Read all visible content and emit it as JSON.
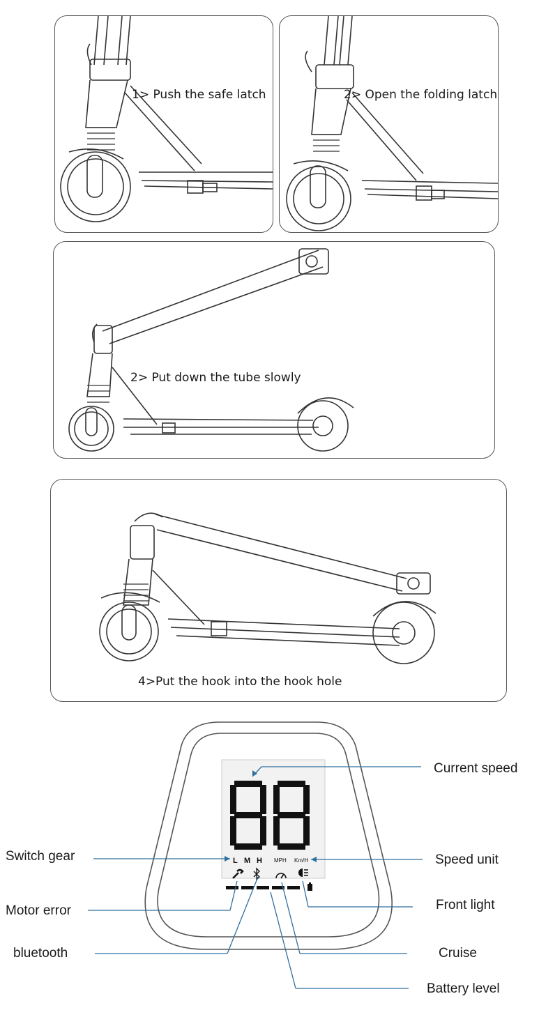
{
  "steps": [
    {
      "caption": "1>  Push the safe latch"
    },
    {
      "caption": "2> Open the folding latch"
    },
    {
      "caption": "2>  Put down the tube slowly"
    },
    {
      "caption": "4>Put the hook into the hook hole"
    }
  ],
  "display": {
    "digits": "88",
    "gear_letters": [
      "L",
      "M",
      "H"
    ],
    "unit_mph": "MPH",
    "unit_kmh": "Km/H",
    "icons": [
      "wrench-icon",
      "bluetooth-icon",
      "cruise-icon",
      "headlight-icon",
      "battery-icon"
    ]
  },
  "callouts": {
    "current_speed": "Current speed",
    "switch_gear": "Switch gear",
    "speed_unit": "Speed unit",
    "motor_error": "Motor error",
    "front_light": "Front light",
    "bluetooth": "bluetooth",
    "cruise": "Cruise",
    "battery_level": "Battery level"
  },
  "colors": {
    "callout_line": "#2f6f9f",
    "lcd_segment": "#111111",
    "outline": "#555555"
  }
}
